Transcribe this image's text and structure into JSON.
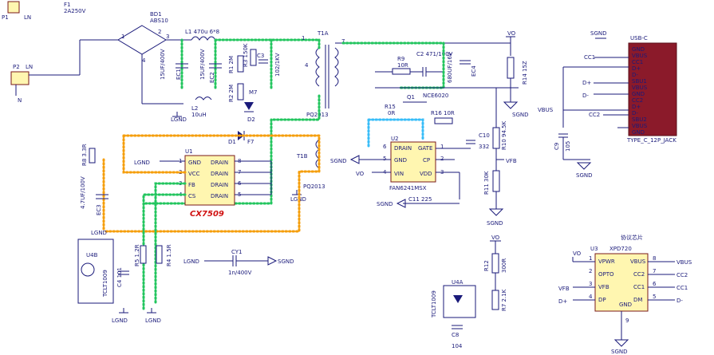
{
  "fuse": {
    "ref": "F1",
    "value": "2A250V"
  },
  "p1": {
    "ref": "P1",
    "pin": "LN"
  },
  "p2": {
    "ref": "P2",
    "pin": "LN",
    "n_label": "N"
  },
  "bridge": {
    "ref": "BD1",
    "value": "ABS10",
    "pins": [
      "1",
      "2",
      "3",
      "4"
    ]
  },
  "l1": {
    "ref": "L1",
    "value": "470u 6*8"
  },
  "ec1": {
    "ref": "EC1",
    "value": "15UF/400V"
  },
  "ec2": {
    "ref": "EC2",
    "value": "15UF/400V"
  },
  "l2": {
    "ref": "L2",
    "value": "10uH"
  },
  "r1": {
    "ref": "R1",
    "value": "2M"
  },
  "r2": {
    "ref": "R2",
    "value": "2M"
  },
  "r3": {
    "ref": "R3",
    "value": "150K"
  },
  "c3": {
    "ref": "C3",
    "value": "102/1KV"
  },
  "d2": {
    "ref": "D2",
    "value": "M7"
  },
  "d1": {
    "ref": "D1",
    "value": "F7"
  },
  "lgnd_labels": [
    "LGND",
    "LGND",
    "LGND",
    "LGND",
    "LGND",
    "LGND"
  ],
  "t1a": {
    "ref": "T1A",
    "part": "PQ2013",
    "pin1": "1",
    "pin7": "7",
    "pin4": "4"
  },
  "t1b": {
    "ref": "T1B",
    "part": "PQ2013"
  },
  "r9": {
    "ref": "R9",
    "value": "10R"
  },
  "c2": {
    "ref": "C2",
    "value": "471/100V"
  },
  "c4": {
    "ref": "C4",
    "value": "680UF/16V"
  },
  "ec4": {
    "ref": "EC4"
  },
  "vo_labels": [
    "VO",
    "VO",
    "VO"
  ],
  "r14": {
    "ref": "R14",
    "value": "15Z"
  },
  "sgnd_labels": [
    "SGND",
    "SGND",
    "SGND",
    "SGND",
    "SGND",
    "SGND",
    "SGND"
  ],
  "q1": {
    "ref": "Q1",
    "value": "NCE6020"
  },
  "r15": {
    "ref": "R15",
    "value": "0R"
  },
  "r16": {
    "ref": "R16",
    "value": "10R"
  },
  "c10": {
    "ref": "C10",
    "value": "332"
  },
  "r10": {
    "ref": "R10",
    "value": "94.5K"
  },
  "r11": {
    "ref": "R11",
    "value": "30K"
  },
  "vfb_labels": [
    "VFB",
    "VFB"
  ],
  "u2": {
    "ref": "U2",
    "part": "FAN6241MSX",
    "pins_left": [
      {
        "num": "6",
        "name": "DRAIN"
      },
      {
        "num": "5",
        "name": "GND"
      },
      {
        "num": "4",
        "name": "VIN"
      }
    ],
    "pins_right": [
      {
        "num": "1",
        "name": "GATE"
      },
      {
        "num": "2",
        "name": "CP"
      },
      {
        "num": "3",
        "name": "VDD"
      }
    ]
  },
  "c11": {
    "ref": "C11",
    "value": "225"
  },
  "u1": {
    "ref": "U1",
    "part": "CX7509",
    "pins_left": [
      {
        "num": "1",
        "name": "GND"
      },
      {
        "num": "2",
        "name": "VCC"
      },
      {
        "num": "3",
        "name": "FB"
      },
      {
        "num": "4",
        "name": "CS"
      }
    ],
    "pins_right": [
      {
        "num": "8",
        "name": "DRAIN"
      },
      {
        "num": "7",
        "name": "DRAIN"
      },
      {
        "num": "6",
        "name": "DRAIN"
      },
      {
        "num": "5",
        "name": "DRAIN"
      }
    ]
  },
  "r8": {
    "ref": "R8",
    "value": "3.3R"
  },
  "ec3": {
    "ref": "EC3",
    "value": "4.7UF/100V"
  },
  "u4b": {
    "ref": "U4B",
    "part": "TCLT1009"
  },
  "c4b": {
    "ref": "C4",
    "value": "101"
  },
  "r5": {
    "ref": "R5",
    "value": "1.2R"
  },
  "r4": {
    "ref": "R4",
    "value": "1.5R"
  },
  "cy1": {
    "ref": "CY1",
    "value": "1n/400V",
    "left": "LGND",
    "right": "SGND"
  },
  "u4a": {
    "ref": "U4A",
    "part": "TCLT1009"
  },
  "r12": {
    "ref": "R12",
    "value": "300R"
  },
  "r7": {
    "ref": "R7",
    "value": "2.1K"
  },
  "c8": {
    "ref": "C8",
    "value": "104"
  },
  "usb": {
    "ref": "USB-C",
    "part": "TYPE_C_12P_JACK",
    "pins": [
      "GND",
      "VBUS",
      "CC1",
      "D+",
      "D-",
      "SBU1",
      "VBUS",
      "GND",
      "CC2",
      "D+",
      "D-",
      "SBU2",
      "VBUS",
      "GND"
    ],
    "nets": {
      "cc1": "CC1",
      "dplus": "D+",
      "dminus": "D-",
      "vbus": "VBUS",
      "cc2": "CC2"
    }
  },
  "c9": {
    "ref": "C9",
    "value": "105"
  },
  "u3": {
    "ref": "U3",
    "part": "XPD720",
    "title": "协议芯片",
    "pins_left": [
      {
        "num": "1",
        "name": "VPWR"
      },
      {
        "num": "2",
        "name": "OPTO"
      },
      {
        "num": "3",
        "name": "VFB"
      },
      {
        "num": "4",
        "name": "DP"
      }
    ],
    "pins_right": [
      {
        "num": "8",
        "name": "VBUS"
      },
      {
        "num": "7",
        "name": "CC2"
      },
      {
        "num": "6",
        "name": "CC1"
      },
      {
        "num": "5",
        "name": "DM"
      }
    ],
    "pin_bottom": {
      "num": "9",
      "name": "GND"
    },
    "net_left": [
      "VO",
      "VFB",
      "D+"
    ],
    "net_right": [
      "VBUS",
      "CC2",
      "CC1",
      "D-"
    ]
  },
  "colors": {
    "wire": "#1a1a7a",
    "green": "#22c55e",
    "orange": "#f59e0b",
    "cyan": "#38bdf8",
    "ic_fill": "#fff6b0",
    "jack": "#8b1a2a"
  }
}
